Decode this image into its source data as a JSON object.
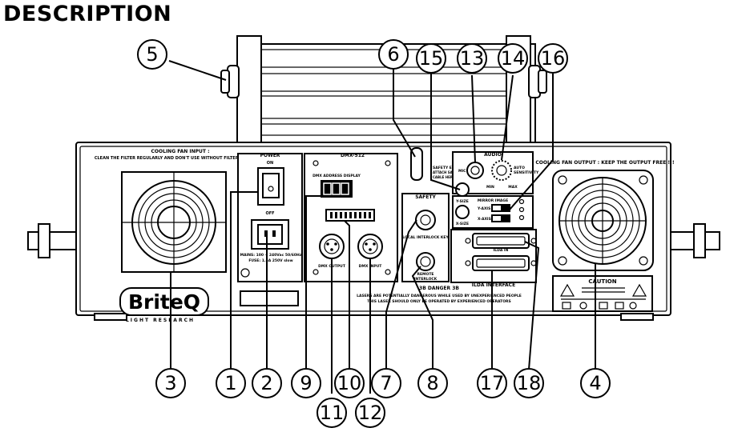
{
  "heading": "DESCRIPTION",
  "labels": {
    "cooling_in_title": "COOLING FAN INPUT :",
    "cooling_in_note": "CLEAN THE FILTER REGULARLY AND DON'T USE WITHOUT FILTER !!!",
    "cooling_out": "COOLING FAN OUTPUT :  KEEP THE OUTPUT FREE !!!",
    "power": "POWER",
    "on": "ON",
    "off": "OFF",
    "mains": "MAINS: 100 ~ 240Vac 50/60Hz",
    "fuse": "FUSE: 1.6A  250V  slow",
    "dmx_title": "DMX-512",
    "dmx_display": "DMX ADDRESS DISPLAY",
    "dmx_output": "DMX OUTPUT",
    "dmx_input": "DMX INPUT",
    "safety_title": "SAFETY",
    "safety_eye": "SAFETY EYE",
    "attach": "ATTACH SAFETY",
    "cable": "CABLE HERE",
    "interlock_key": "LOCAL INTERLOCK KEY",
    "remote": "REMOTE",
    "interlock": "INTERLOCK",
    "audio": "AUDIO",
    "mic": "MIC",
    "auto": "AUTO",
    "sensitivity": "SENSITIVITY",
    "min": "MIN",
    "max": "MAX",
    "ysize": "Y-SIZE",
    "xsize": "X-SIZE",
    "mirror": "MIRROR IMAGE",
    "yaxis": "Y-AXIS",
    "xaxis": "X-AXIS",
    "ilda_in": "ILDA IN",
    "ilda_title": "ILDA INTERFACE",
    "danger": "3B DANGER 3B",
    "warn1": "LASERS ARE POTENTIALLY DANGEROUS WHILE USED BY UNEXPERIENCED PEOPLE",
    "warn2": "THIS LASER SHOULD ONLY BE OPERATED BY EXPERIENCED OPERATORS",
    "caution": "CAUTION",
    "brand": "BriteQ",
    "brand_sub": "LIGHT RESEARCH"
  },
  "callouts": [
    "5",
    "6",
    "15",
    "13",
    "14",
    "16",
    "3",
    "1",
    "2",
    "9",
    "10",
    "7",
    "8",
    "17",
    "18",
    "4",
    "11",
    "12"
  ]
}
